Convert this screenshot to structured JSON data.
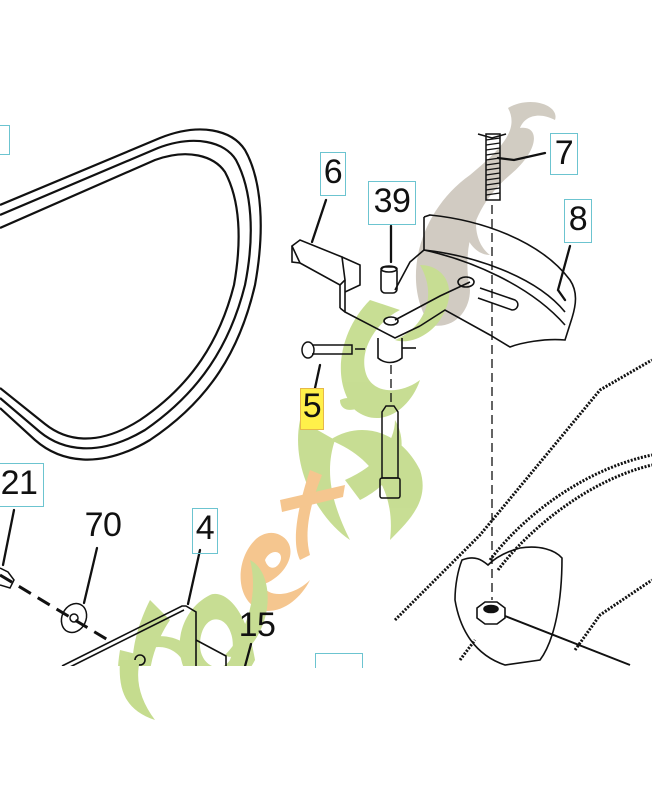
{
  "diagram": {
    "type": "exploded parts diagram",
    "watermark": {
      "text": "foretjardin.com",
      "colors": {
        "green": "#c5dc8e",
        "orange": "#f5c38a",
        "grey": "#cfc9bf"
      }
    },
    "colors": {
      "line": "#111111",
      "label_box": "#6cc4d0",
      "highlight_fill": "#fff04a",
      "highlight_border": "#e6b84a",
      "background": "#ffffff"
    },
    "part_labels": [
      {
        "id": "label-partial-top-left",
        "text": "",
        "style": "boxed-partial"
      },
      {
        "id": "label-6",
        "text": "6",
        "style": "boxed"
      },
      {
        "id": "label-39",
        "text": "39",
        "style": "boxed"
      },
      {
        "id": "label-7",
        "text": "7",
        "style": "boxed"
      },
      {
        "id": "label-8",
        "text": "8",
        "style": "boxed"
      },
      {
        "id": "label-5",
        "text": "5",
        "style": "highlighted"
      },
      {
        "id": "label-21",
        "text": "21",
        "style": "boxed"
      },
      {
        "id": "label-70",
        "text": "70",
        "style": "plain"
      },
      {
        "id": "label-4",
        "text": "4",
        "style": "boxed"
      },
      {
        "id": "label-15",
        "text": "15",
        "style": "plain"
      },
      {
        "id": "label-partial-bottom",
        "text": "",
        "style": "boxed-partial"
      }
    ],
    "parts": [
      {
        "ref": "drive-belt",
        "description": "V-belt loop (left)"
      },
      {
        "ref": "6",
        "description": "Idler bracket arm"
      },
      {
        "ref": "39",
        "description": "Spacer bushing"
      },
      {
        "ref": "7",
        "description": "Threaded stud"
      },
      {
        "ref": "8",
        "description": "Belt guide plate"
      },
      {
        "ref": "5",
        "description": "Pin / rivet"
      },
      {
        "ref": "bolt",
        "description": "Long bolt below bracket"
      },
      {
        "ref": "21",
        "description": "Bolt (left)"
      },
      {
        "ref": "70",
        "description": "Washer"
      },
      {
        "ref": "4",
        "description": "Plate"
      },
      {
        "ref": "15",
        "description": "Fastener"
      },
      {
        "ref": "nut",
        "description": "Hex nut on frame"
      }
    ]
  }
}
